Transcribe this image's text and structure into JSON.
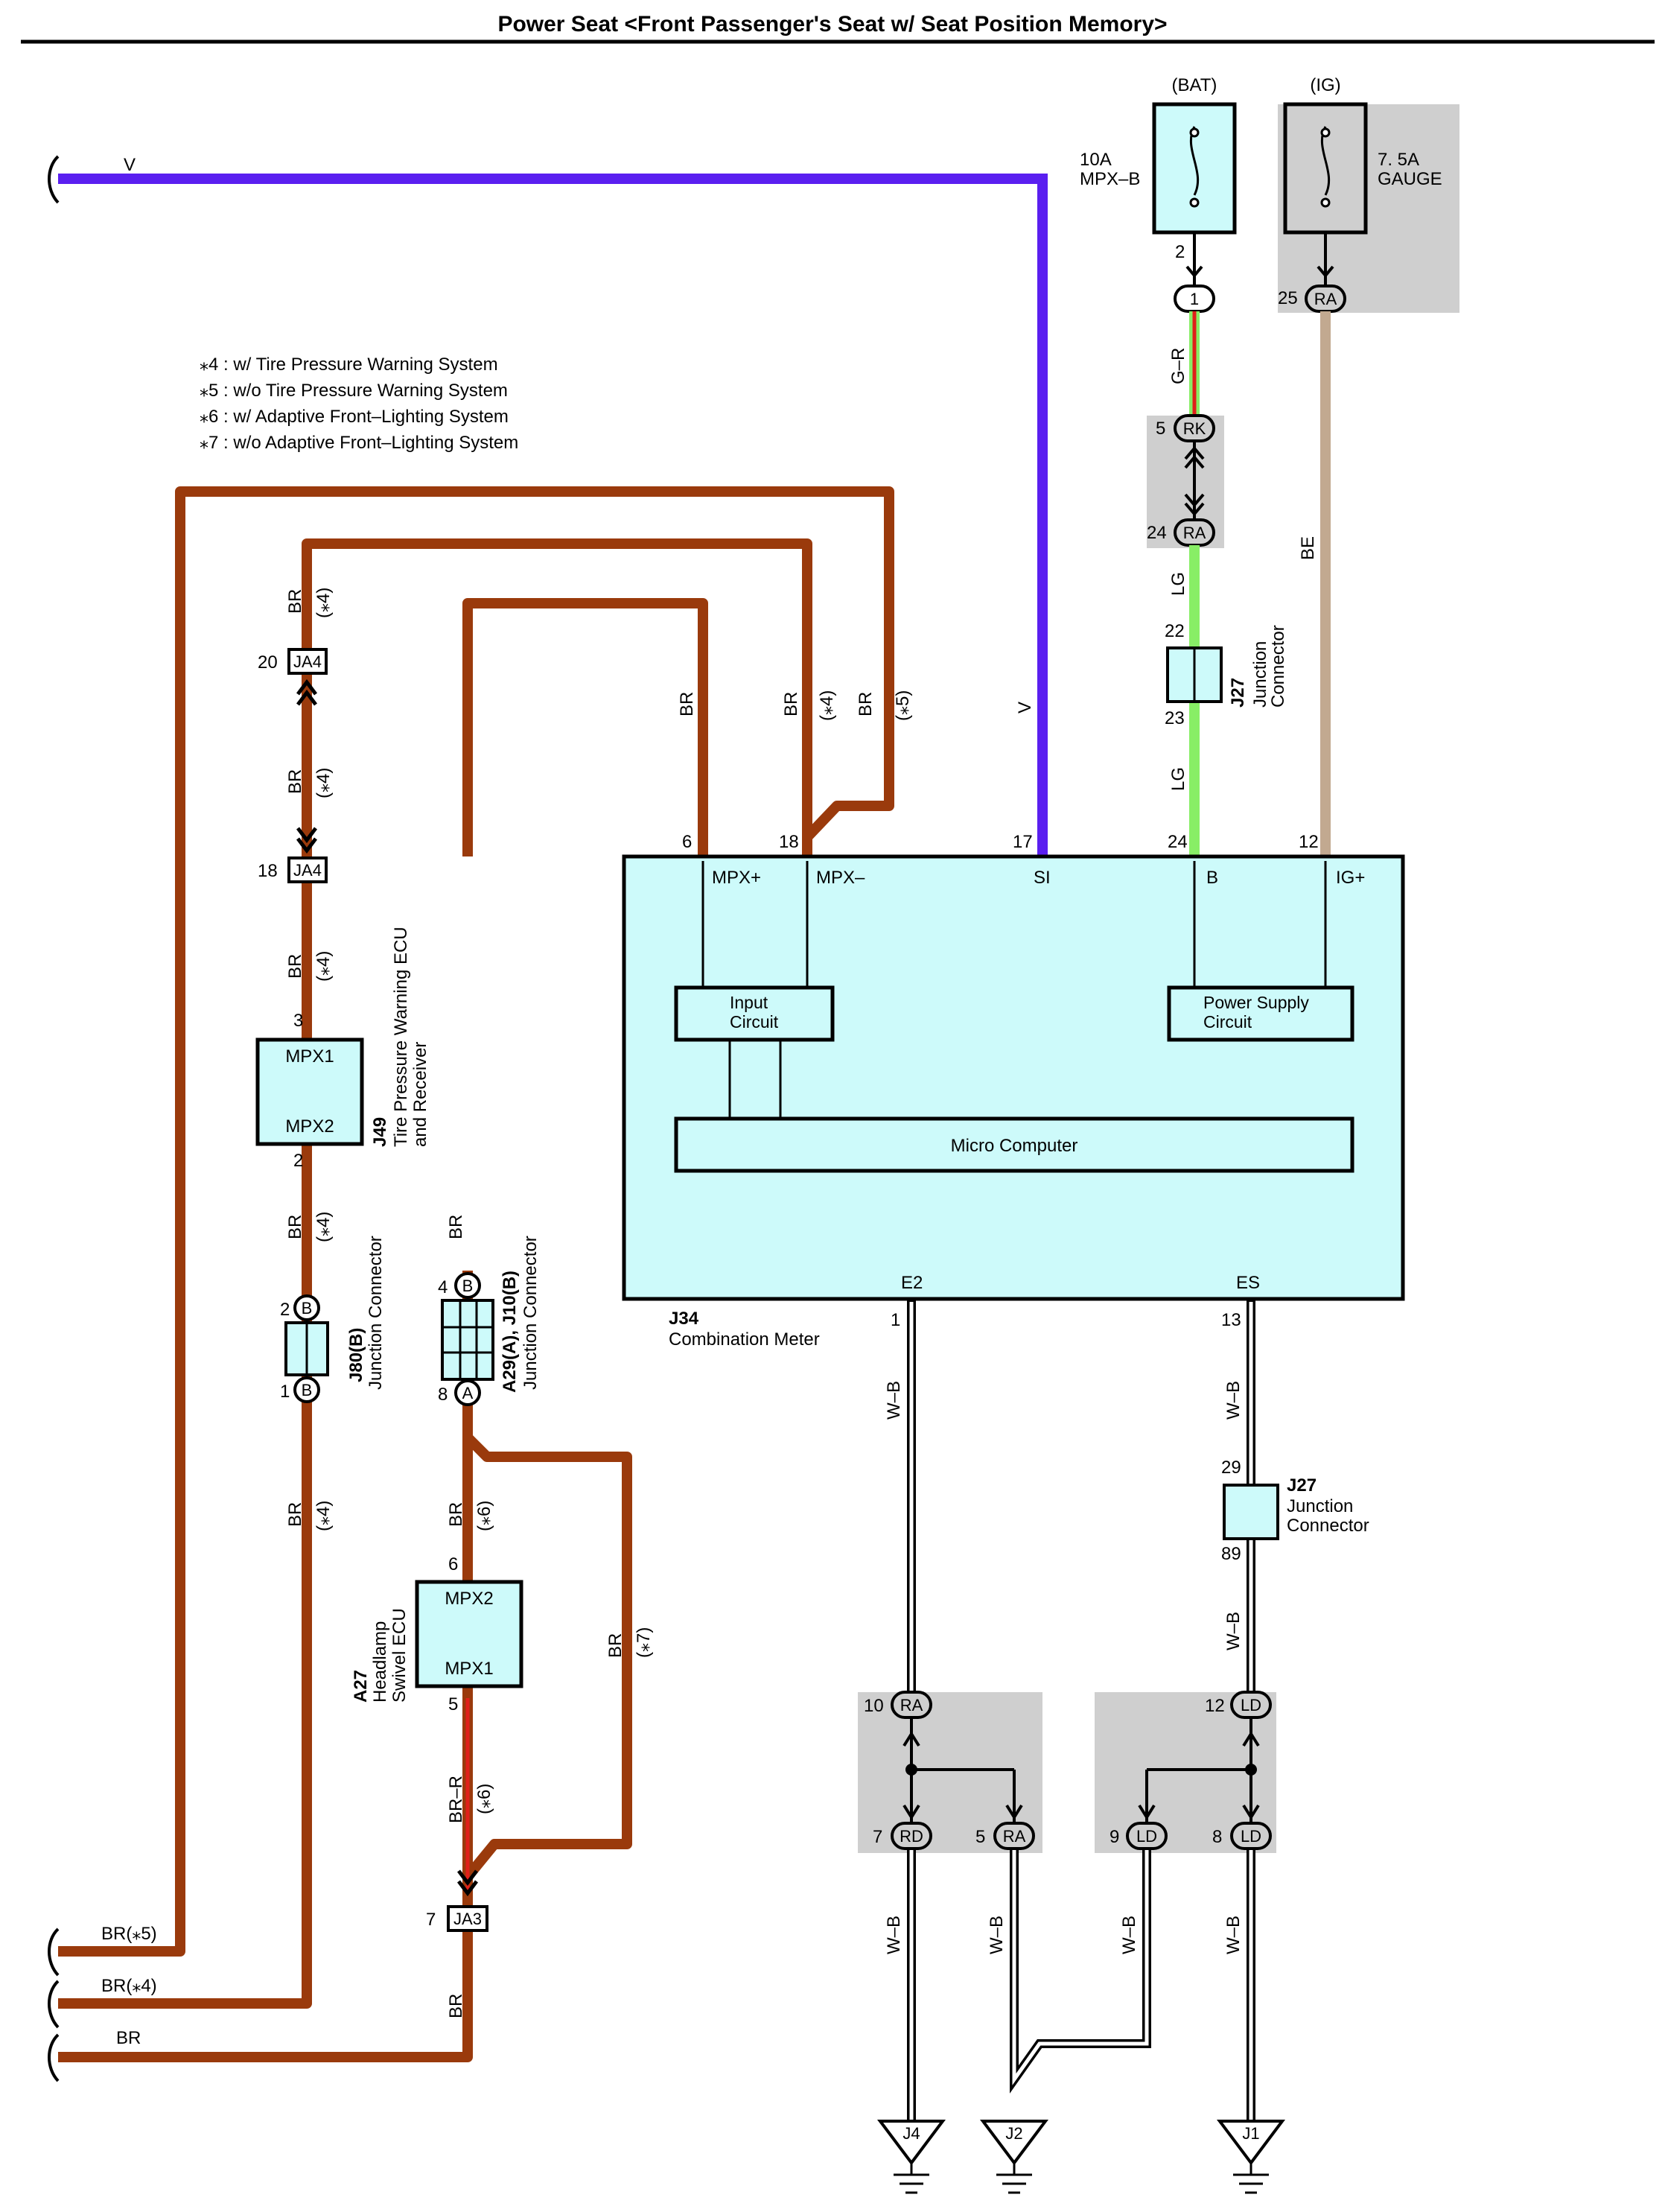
{
  "title": "Power Seat <Front Passenger's Seat w/ Seat Position Memory>",
  "notes": [
    "⁎4 : w/ Tire Pressure Warning System",
    "⁎5 : w/o Tire Pressure Warning System",
    "⁎6 : w/ Adaptive Front–Lighting System",
    "⁎7 : w/o Adaptive Front–Lighting System"
  ],
  "fuses": {
    "bat": {
      "supply": "(BAT)",
      "rating": "10A",
      "name": "MPX–B",
      "pin": "2",
      "conn_pin": "1"
    },
    "ig": {
      "supply": "(IG)",
      "rating": "7. 5A",
      "name": "GAUGE",
      "pin": "25",
      "conn": "RA"
    }
  },
  "connectors": {
    "rk": {
      "pin": "5",
      "code": "RK"
    },
    "ra24": {
      "pin": "24",
      "code": "RA"
    },
    "ja4_top": {
      "pin": "20",
      "code": "JA4"
    },
    "ja4_bot": {
      "pin": "18",
      "code": "JA4"
    },
    "ja3": {
      "pin": "7",
      "code": "JA3"
    },
    "j80_top": {
      "pin": "2",
      "code": "B"
    },
    "j80_bot": {
      "pin": "1",
      "code": "B"
    },
    "a29_top": {
      "pin": "4",
      "code": "B"
    },
    "a29_bot": {
      "pin": "8",
      "code": "A"
    },
    "ra10": {
      "pin": "10",
      "code": "RA"
    },
    "rd7": {
      "pin": "7",
      "code": "RD"
    },
    "ra5": {
      "pin": "5",
      "code": "RA"
    },
    "ld12": {
      "pin": "12",
      "code": "LD"
    },
    "ld9": {
      "pin": "9",
      "code": "LD"
    },
    "ld8": {
      "pin": "8",
      "code": "LD"
    }
  },
  "components": {
    "j34": {
      "id": "J34",
      "name": "Combination Meter",
      "terminals": [
        "MPX+",
        "MPX–",
        "SI",
        "B",
        "IG+",
        "E2",
        "ES"
      ],
      "pins": [
        "6",
        "18",
        "17",
        "24",
        "12",
        "1",
        "13"
      ],
      "input_circuit": "Input Circuit",
      "power_circuit": "Power Supply Circuit",
      "micro": "Micro Computer"
    },
    "j49": {
      "id": "J49",
      "name1": "Tire Pressure Warning ECU",
      "name2": "and Receiver",
      "t1": "MPX1",
      "t2": "MPX2",
      "p1": "3",
      "p2": "2"
    },
    "a27": {
      "id": "A27",
      "name1": "Headlamp",
      "name2": "Swivel ECU",
      "t1": "MPX2",
      "t2": "MPX1",
      "p1": "6",
      "p2": "5"
    },
    "j27_top": {
      "id": "J27",
      "name1": "Junction",
      "name2": "Connector",
      "p1": "22",
      "p2": "23"
    },
    "j27_bot": {
      "id": "J27",
      "name1": "Junction",
      "name2": "Connector",
      "p1": "29",
      "p2": "89"
    },
    "j80": {
      "id": "J80(B)",
      "name": "Junction Connector"
    },
    "a29": {
      "id": "A29(A), J10(B)",
      "name": "Junction Connector"
    }
  },
  "grounds": [
    "J4",
    "J2",
    "J1"
  ],
  "wire_labels": {
    "v": "V",
    "br": "BR",
    "br5": "BR(⁎5)",
    "br4": "BR(⁎4)",
    "gr": "G–R",
    "lg": "LG",
    "be": "BE",
    "wb": "W–B",
    "brr": "BR–R",
    "n4": "(⁎4)",
    "n5": "(⁎5)",
    "n6": "(⁎6)",
    "n7": "(⁎7)"
  },
  "colors": {
    "br": "#9a3a0c",
    "v": "#5a1ff0",
    "lg": "#88ee66",
    "be": "#c2a990",
    "blue_fill": "#cdfafa",
    "gray_fill": "#cfcfcf",
    "red": "#e0201a"
  }
}
